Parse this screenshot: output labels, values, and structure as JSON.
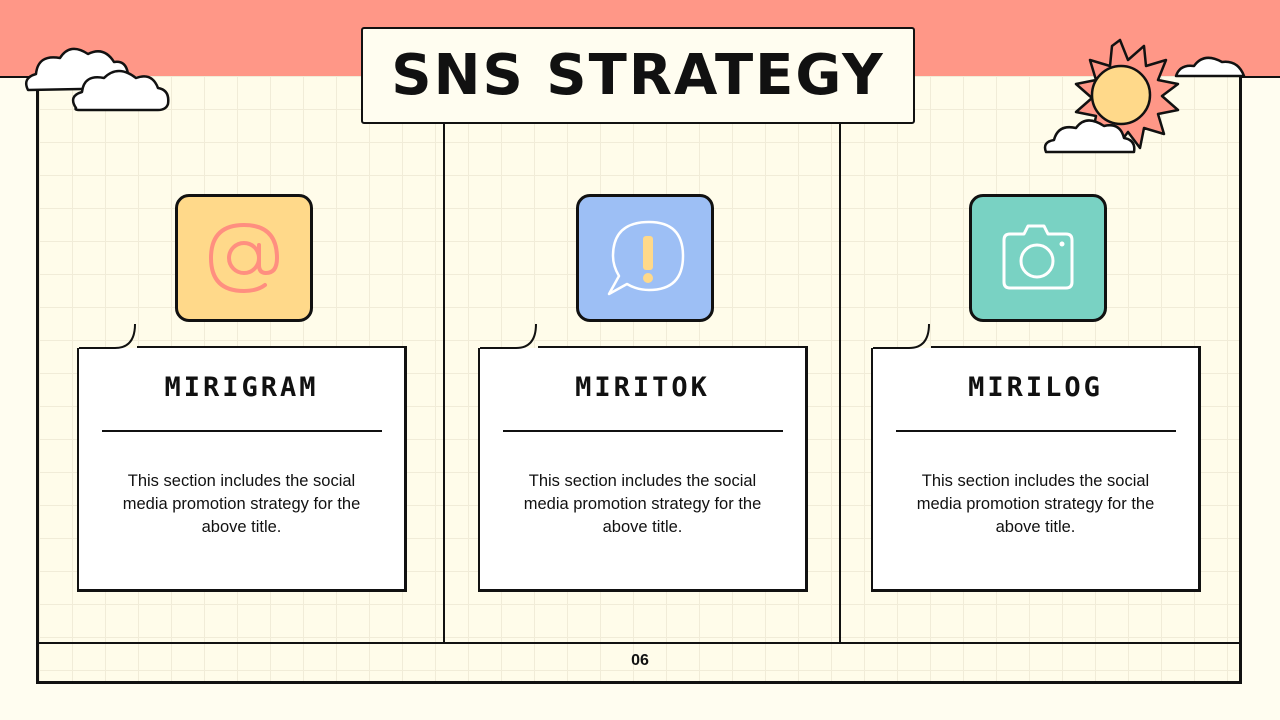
{
  "slide": {
    "title": "SNS STRATEGY",
    "page_number": "06"
  },
  "cards": [
    {
      "title": "MIRIGRAM",
      "description": "This section includes the social media promotion strategy for the above title.",
      "icon": "at-sign-icon",
      "tile_color": "#ffd98a",
      "icon_color": "#ff8f80"
    },
    {
      "title": "MIRITOK",
      "description": "This section includes the social media promotion strategy for the above title.",
      "icon": "exclamation-bubble-icon",
      "tile_color": "#9dbff5",
      "icon_color": "#ffd98a"
    },
    {
      "title": "MIRILOG",
      "description": "This section includes the social media promotion strategy for the above title.",
      "icon": "camera-icon",
      "tile_color": "#79d2c3",
      "icon_color": "#ffffff"
    }
  ],
  "colors": {
    "background": "#fffdf0",
    "top_band": "#ff9787",
    "sun_rays": "#ff9787",
    "sun_core": "#ffd98a",
    "outline": "#111111"
  }
}
